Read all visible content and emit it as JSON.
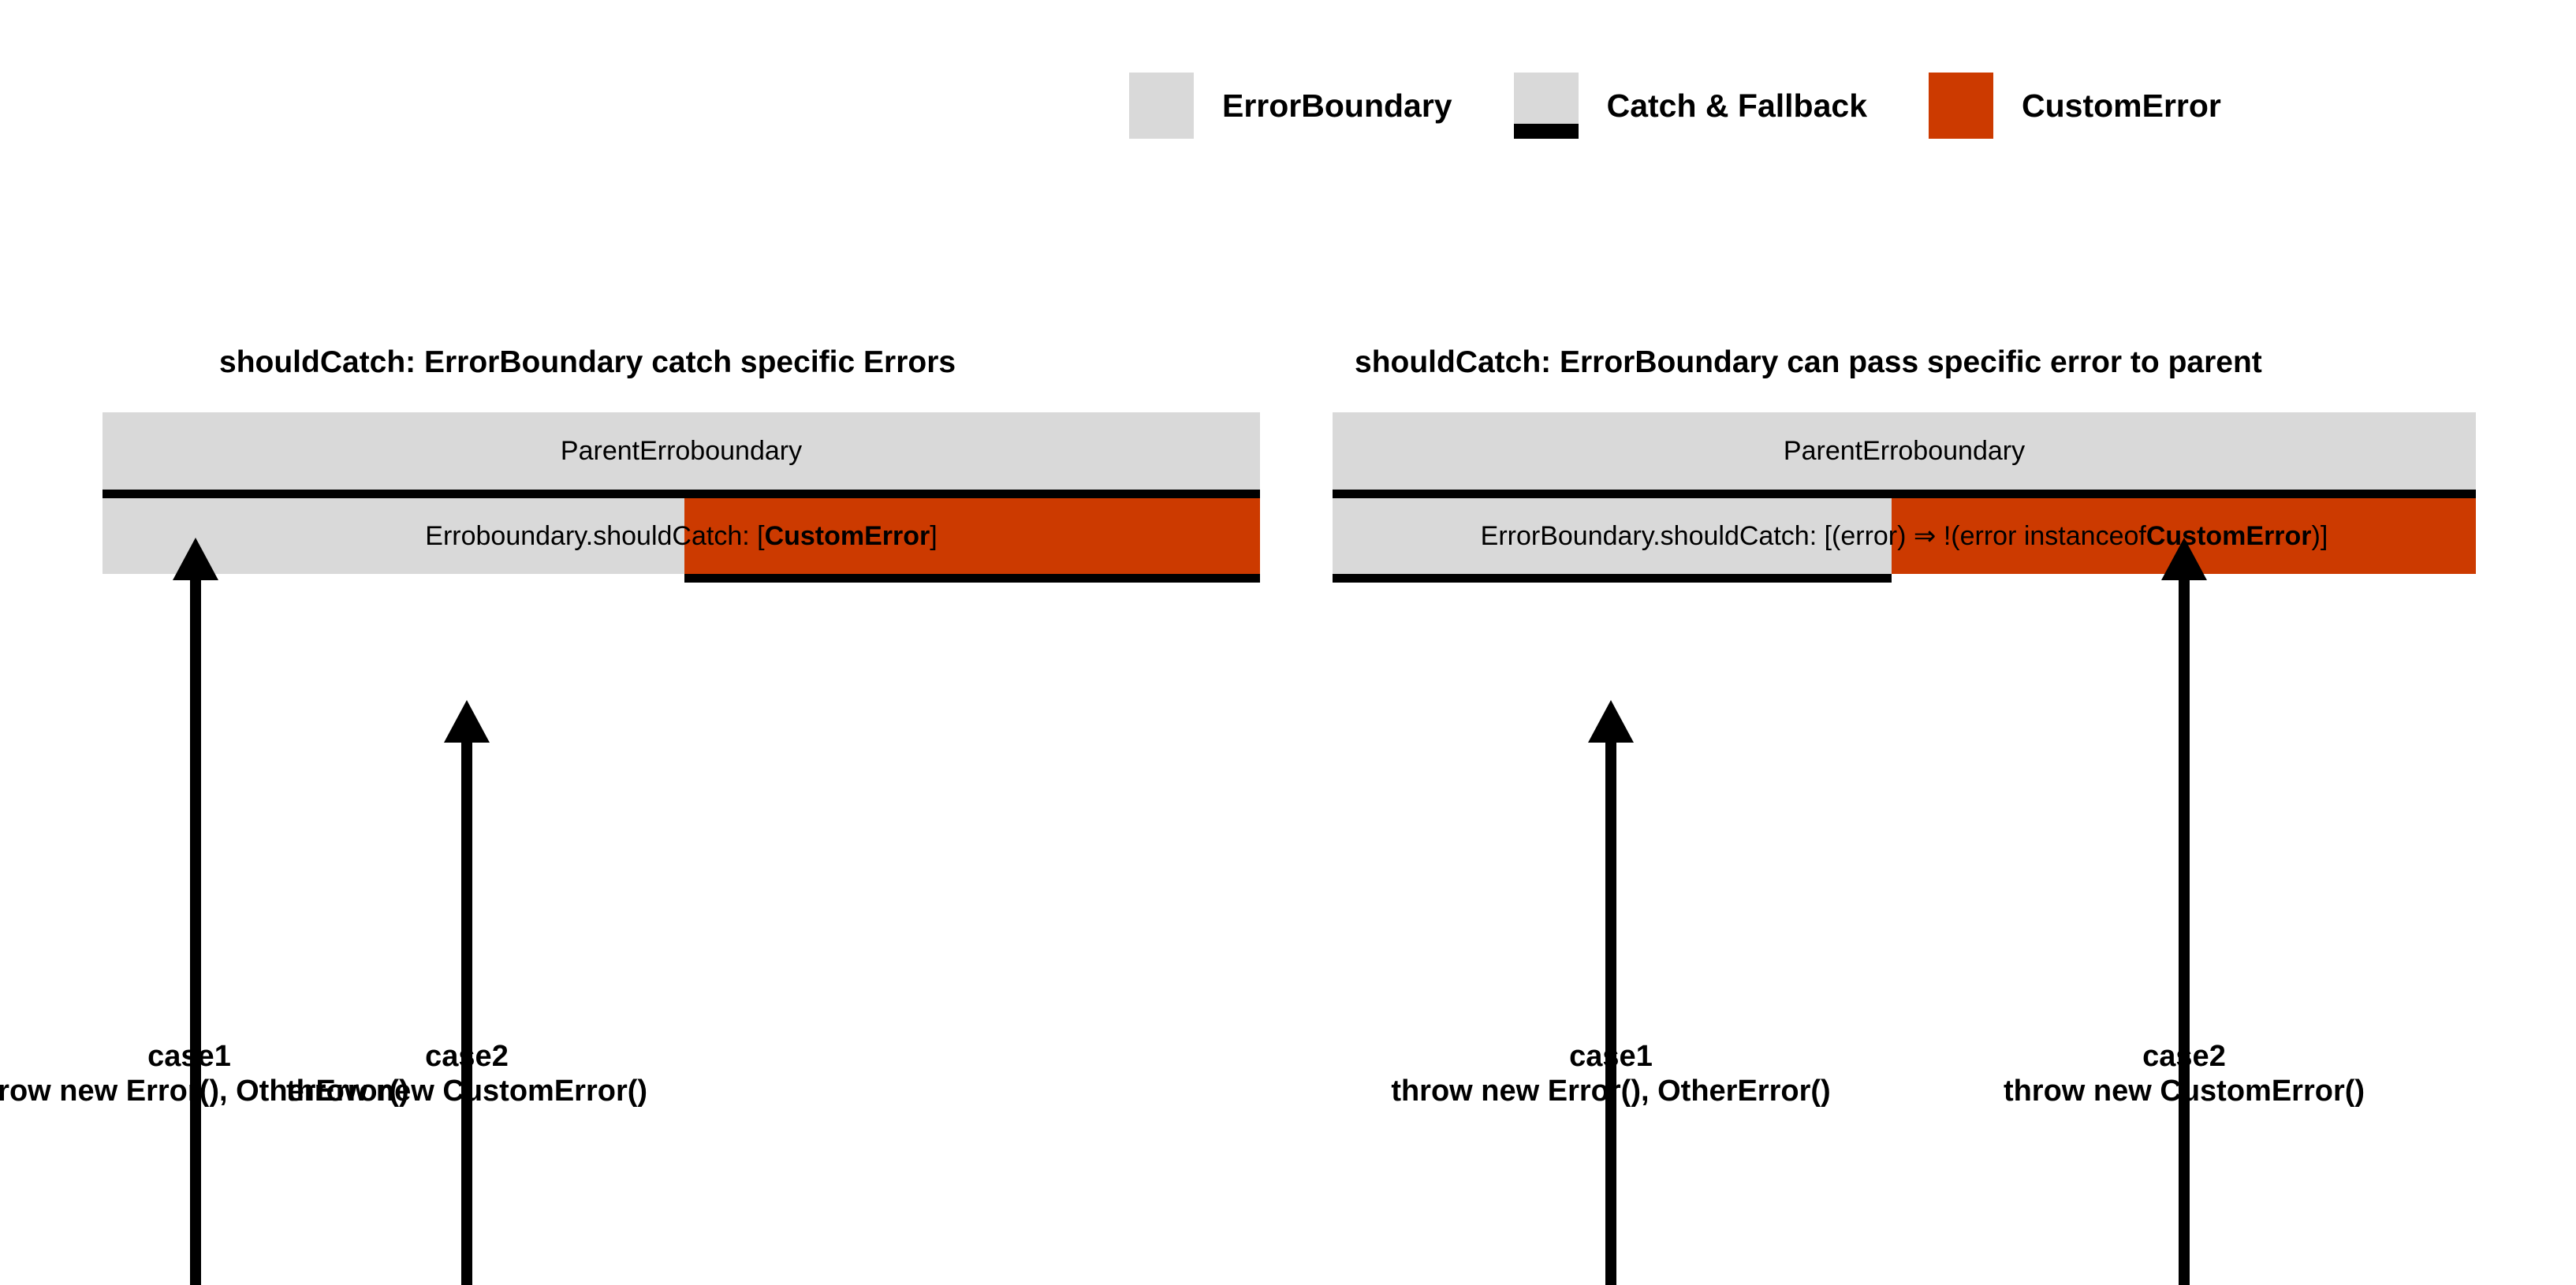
{
  "legend": {
    "items": [
      {
        "label": "ErrorBoundary",
        "swatch": "gray",
        "color": "#d9d9d9"
      },
      {
        "label": "Catch & Fallback",
        "swatch": "gray-with-black-bottom",
        "color": "#d9d9d9"
      },
      {
        "label": "CustomError",
        "swatch": "orange",
        "color": "#cc3a00"
      }
    ]
  },
  "panels": [
    {
      "title": "shouldCatch: ErrorBoundary catch specific Errors",
      "parent_label": "ParentErroboundary",
      "child_text_prefix": "Erroboundary.shouldCatch: [",
      "child_text_bold": "CustomError",
      "child_text_suffix": "]",
      "arrows": [
        {
          "case_label": "case1",
          "case_code": "throw new Error(), OtherError()"
        },
        {
          "case_label": "case2",
          "case_code": "throw new CustomError()"
        }
      ]
    },
    {
      "title": "shouldCatch: ErrorBoundary can pass specific error to parent",
      "parent_label": "ParentErroboundary",
      "child_text_prefix": "ErrorBoundary.shouldCatch: [(error) ⇒ !(error instanceof ",
      "child_text_bold": "CustomError",
      "child_text_suffix": ")]",
      "arrows": [
        {
          "case_label": "case1",
          "case_code": "throw new Error(), OtherError()"
        },
        {
          "case_label": "case2",
          "case_code": "throw new CustomError()"
        }
      ]
    }
  ],
  "colors": {
    "gray": "#d9d9d9",
    "orange": "#cc3a00",
    "rule": "#000000",
    "background": "#ffffff"
  }
}
